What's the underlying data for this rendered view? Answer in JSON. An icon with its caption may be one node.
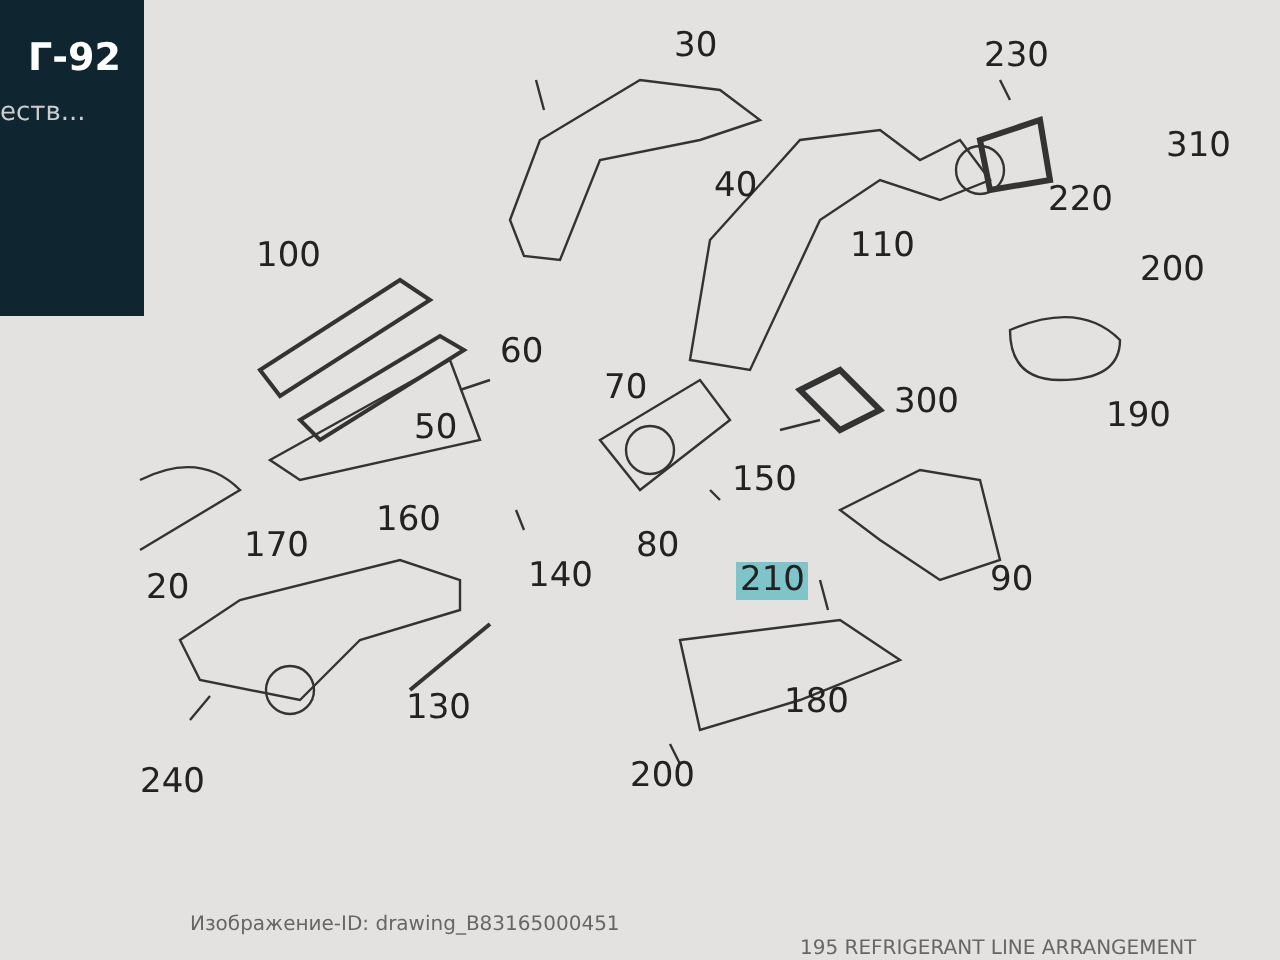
{
  "diagram": {
    "labels": [
      "Г-92",
      "еств...",
      "30",
      "230",
      "310",
      "40",
      "220",
      "100",
      "110",
      "200",
      "60",
      "70",
      "300",
      "190",
      "50",
      "150",
      "160",
      "170",
      "80",
      "20",
      "140",
      "210",
      "90",
      "130",
      "180",
      "240",
      "200",
      "Изображение-ID: drawing_B83165000451",
      "195 REFRIGERANT LINE ARRANGEMENT"
    ]
  }
}
